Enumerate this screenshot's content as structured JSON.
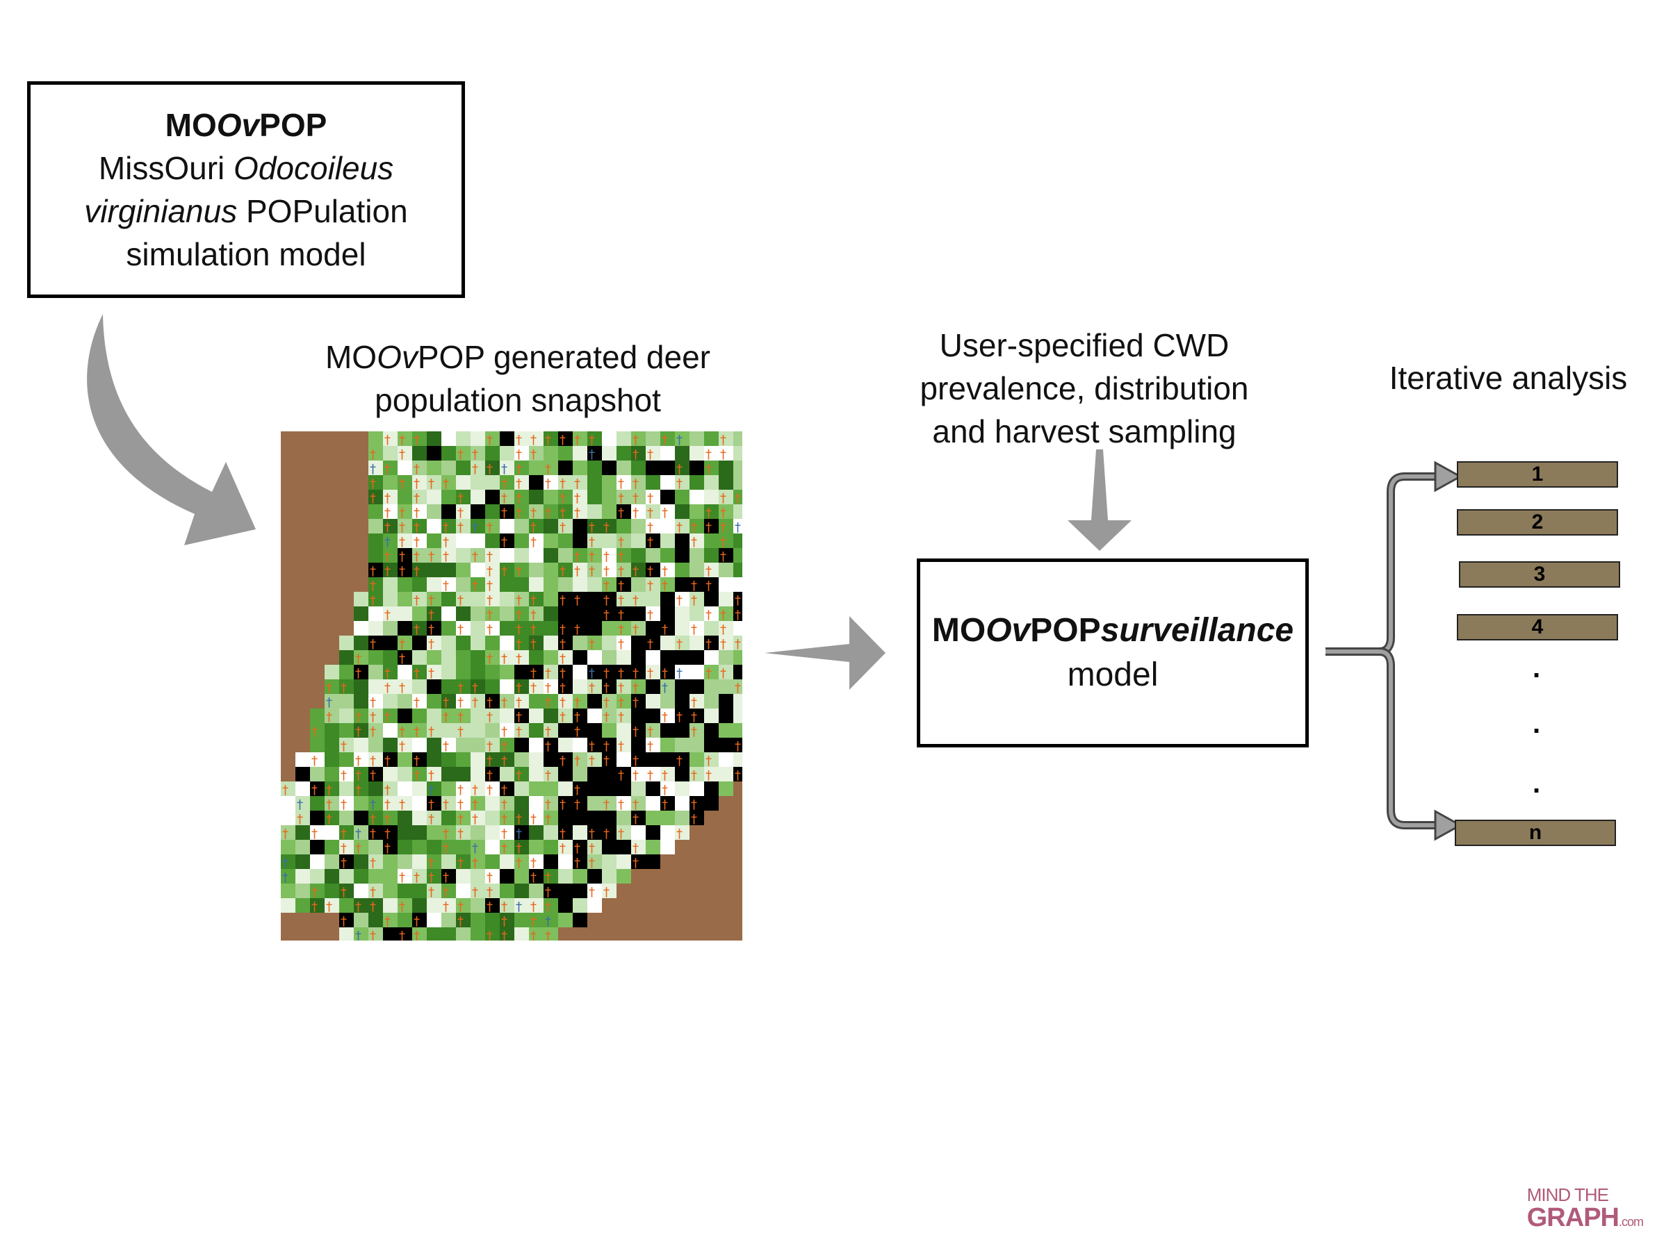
{
  "moovpop_box": {
    "title_prefix": "MO",
    "title_italic": "Ov",
    "title_suffix": "POP",
    "line2_plain": "MissOuri ",
    "line2_italic": "Odocoileus",
    "line3_italic": "virginianus",
    "line3_plain": " POPulation",
    "line4": "simulation model"
  },
  "snapshot_caption": {
    "prefix": "MO",
    "italic": "Ov",
    "suffix": "POP generated deer",
    "line2": "population snapshot"
  },
  "cwd_caption": {
    "line1": "User-specified CWD",
    "line2": "prevalence, distribution",
    "line3": "and harvest sampling"
  },
  "surveillance_box": {
    "prefix": "MO",
    "italic": "Ov",
    "mid": "POP",
    "bold_italic": "surveillance",
    "line2": "model"
  },
  "iterative": {
    "title": "Iterative analysis",
    "runs": [
      "1",
      "2",
      "3",
      "4",
      "n"
    ],
    "ellipsis": [
      ".",
      ".",
      "."
    ]
  },
  "logo": {
    "line1": "MIND THE",
    "line2": "GRAPH",
    "suffix": ".com"
  },
  "colors": {
    "arrow": "#999999",
    "background_land": "#9a6b48",
    "deer_orange": "#e8661a",
    "deer_blue": "#3a6fa8",
    "run_bar": "#8c7b5a",
    "logo": "#b05a7a"
  }
}
